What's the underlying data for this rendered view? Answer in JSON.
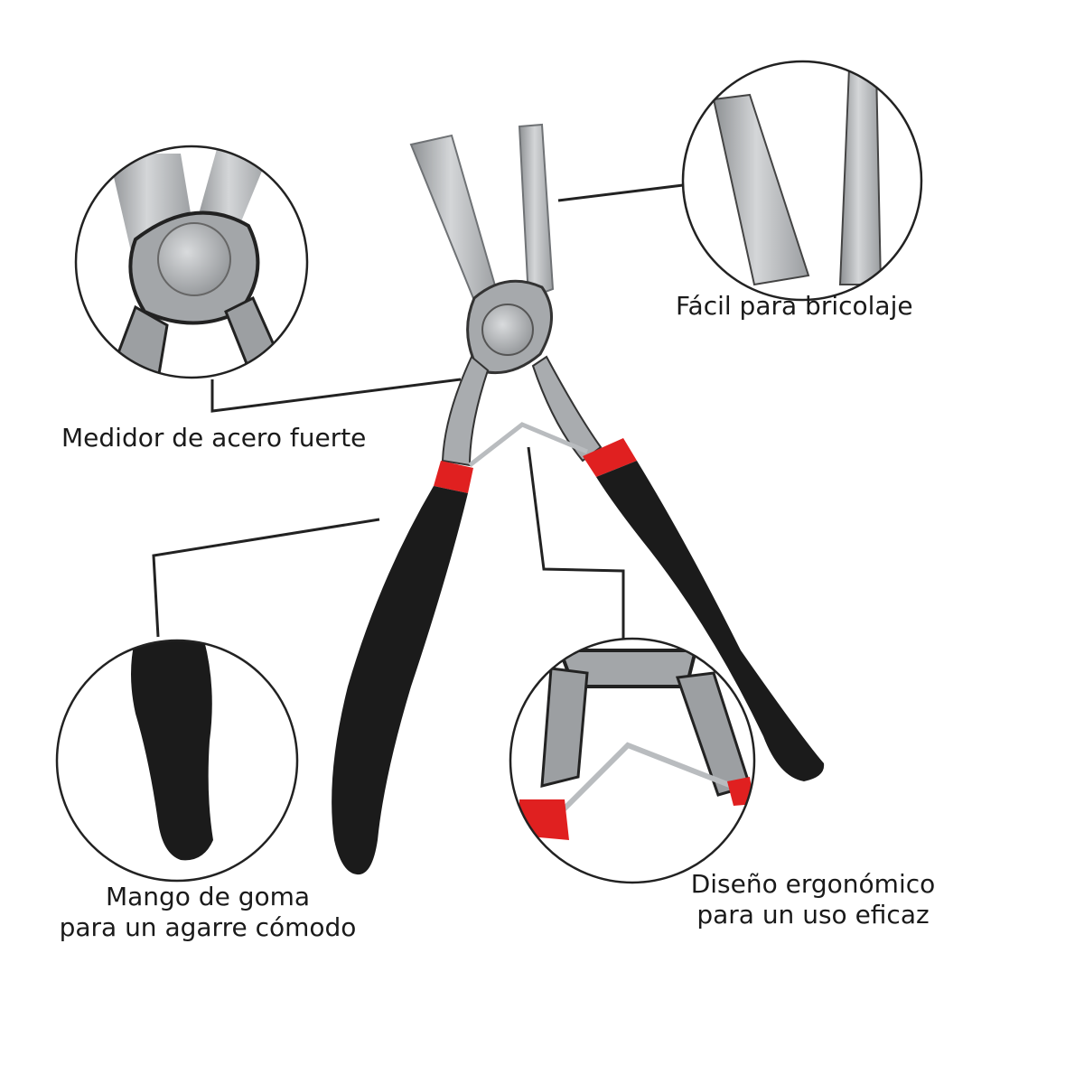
{
  "callouts": {
    "steel": "Medidor de acero fuerte",
    "diy": "Fácil para bricolaje",
    "grip_line1": "Mango de goma",
    "grip_line2": "para un agarre cómodo",
    "ergo_line1": "Diseño ergonómico",
    "ergo_line2": "para un uso eficaz"
  },
  "colors": {
    "handle": "#1b1b1b",
    "steel": "#b7b9bb",
    "red_band": "#e02020",
    "line": "#222222"
  }
}
